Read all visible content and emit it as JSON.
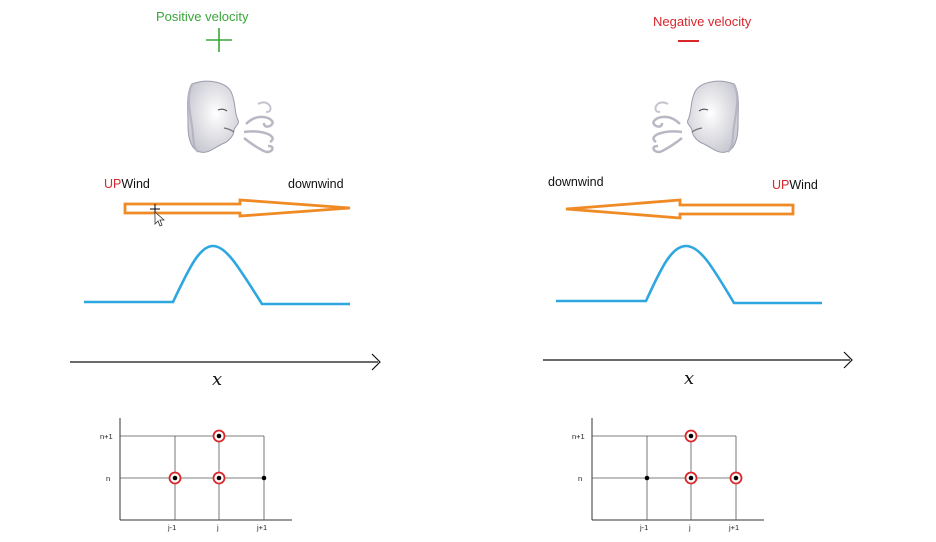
{
  "colors": {
    "positive": "#3aa63a",
    "negative": "#d9262b",
    "arrow": "#f08a24",
    "curve": "#2ea7e0",
    "axis": "#111111",
    "stencil_ring": "#d9262b"
  },
  "left_panel": {
    "velocity_label": "Positive velocity",
    "velocity_sign": "+",
    "wind_direction": "right",
    "upwind_prefix": "UP",
    "upwind_suffix": "Wind",
    "downwind_label": "downwind",
    "x_axis_label": "x",
    "grid": {
      "row_labels": [
        "n+1",
        "n"
      ],
      "col_labels": [
        "j-1",
        "j",
        "j+1"
      ],
      "circled_points": [
        "j,n+1",
        "j-1,n",
        "j,n"
      ],
      "plain_points": [
        "j+1,n"
      ]
    }
  },
  "right_panel": {
    "velocity_label": "Negative velocity",
    "velocity_sign": "—",
    "wind_direction": "left",
    "upwind_prefix": "UP",
    "upwind_suffix": "Wind",
    "downwind_label": "downwind",
    "x_axis_label": "x",
    "grid": {
      "row_labels": [
        "n+1",
        "n"
      ],
      "col_labels": [
        "j-1",
        "j",
        "j+1"
      ],
      "circled_points": [
        "j,n+1",
        "j,n",
        "j+1,n"
      ],
      "plain_points": [
        "j-1,n"
      ]
    }
  },
  "icons": {
    "wind_face": "wind-blowing-face-icon",
    "cursor": "move-cursor-icon"
  }
}
